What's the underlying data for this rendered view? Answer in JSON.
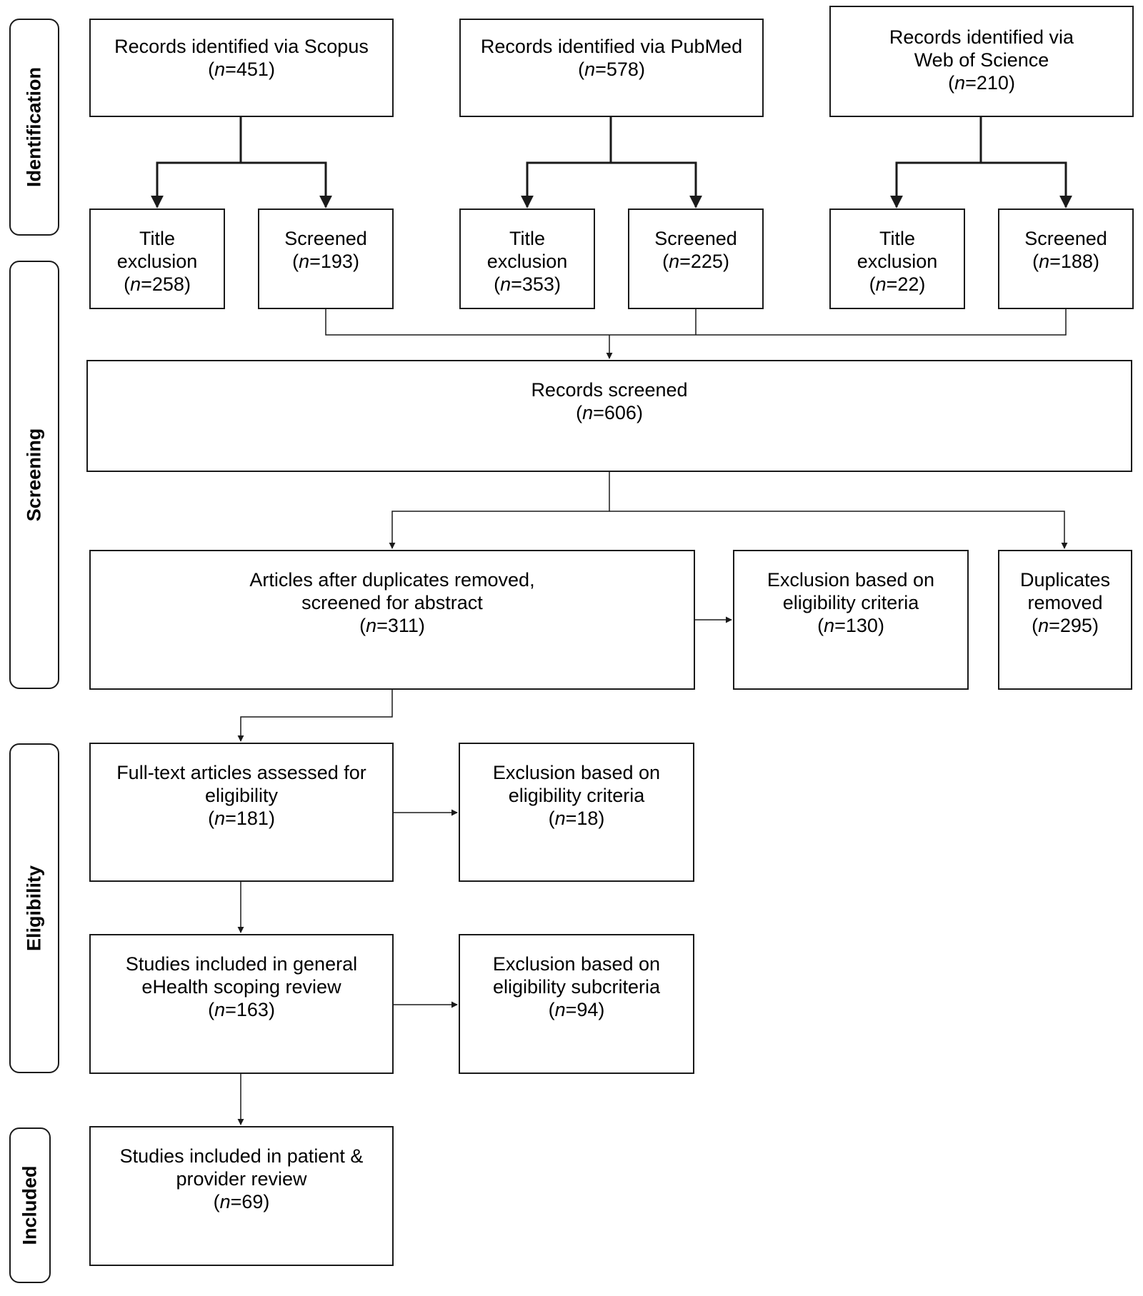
{
  "stages": {
    "identification": "Identification",
    "screening": "Screening",
    "eligibility": "Eligibility",
    "included": "Included"
  },
  "boxes": {
    "scopus": {
      "lines": [
        "Records identified via Scopus"
      ],
      "n": "451"
    },
    "pubmed": {
      "lines": [
        "Records identified via PubMed"
      ],
      "n": "578"
    },
    "wos": {
      "lines": [
        "Records identified via",
        "Web of Science"
      ],
      "n": "210"
    },
    "scopus_title": {
      "lines": [
        "Title",
        "exclusion"
      ],
      "n": "258"
    },
    "scopus_screen": {
      "lines": [
        "Screened"
      ],
      "n": "193"
    },
    "pubmed_title": {
      "lines": [
        "Title",
        "exclusion"
      ],
      "n": "353"
    },
    "pubmed_screen": {
      "lines": [
        "Screened"
      ],
      "n": "225"
    },
    "wos_title": {
      "lines": [
        "Title",
        "exclusion"
      ],
      "n": "22"
    },
    "wos_screen": {
      "lines": [
        "Screened"
      ],
      "n": "188"
    },
    "records_screened": {
      "lines": [
        "Records screened"
      ],
      "n": "606"
    },
    "after_duplicates": {
      "lines": [
        "Articles after duplicates removed,",
        "screened for abstract"
      ],
      "n": "311"
    },
    "excl_eligibility_1": {
      "lines": [
        "Exclusion based on",
        "eligibility criteria"
      ],
      "n": "130"
    },
    "duplicates_removed": {
      "lines": [
        "Duplicates",
        "removed"
      ],
      "n": "295"
    },
    "fulltext": {
      "lines": [
        "Full-text articles assessed for",
        "eligibility"
      ],
      "n": "181"
    },
    "excl_eligibility_2": {
      "lines": [
        "Exclusion based on",
        "eligibility criteria"
      ],
      "n": "18"
    },
    "general_review": {
      "lines": [
        "Studies included in general",
        "eHealth scoping review"
      ],
      "n": "163"
    },
    "excl_subcriteria": {
      "lines": [
        "Exclusion based on",
        "eligibility subcriteria"
      ],
      "n": "94"
    },
    "patient_provider": {
      "lines": [
        "Studies included in patient &",
        "provider review"
      ],
      "n": "69"
    }
  },
  "n_prefix": "n",
  "line_color": "#1a1a1a"
}
